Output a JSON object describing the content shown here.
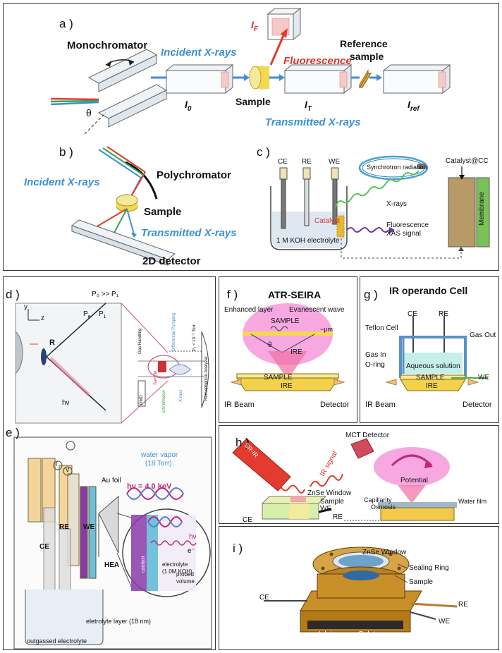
{
  "panels": {
    "a": {
      "label": "a )",
      "monochromator": "Monochromator",
      "incident": "Incident X-rays",
      "i0": "I",
      "i0_sub": "0",
      "sample": "Sample",
      "if": "I",
      "if_sub": "F",
      "fluorescence": "Fluorescence",
      "reference": "Reference",
      "reference2": "sample",
      "it": "I",
      "it_sub": "T",
      "iref": "I",
      "iref_sub": "ref",
      "transmitted": "Transmitted X-rays",
      "theta": "θ"
    },
    "b": {
      "label": "b )",
      "incident": "Incident X-rays",
      "polychromator": "Polychromator",
      "sample": "Sample",
      "transmitted": "Transmitted X-rays",
      "detector": "2D detector"
    },
    "c": {
      "label": "c )",
      "ce": "CE",
      "re": "RE",
      "we": "WE",
      "synchrotron": "Synchrotron radiation",
      "catalyst_cc": "Catalyst@CC",
      "xrays": "X-rays",
      "catalyst": "Catalyst",
      "fluorescence": "Fluorescence",
      "xas": "XAS signal",
      "electrolyte": "1 M KOH electrolyte",
      "membrane": "Membrane"
    },
    "d": {
      "label": "d )",
      "p_rel": "P",
      "p1": "P",
      "p1_sub": "1",
      "pe": "P",
      "pe_sub": "e",
      "y": "y",
      "z": "z",
      "r": "R",
      "hv": "hν",
      "gas": "Gas Handling",
      "diff": "Differential Pumping",
      "analyzer": "Hemispherical Analyzer",
      "sample": "Sample",
      "window": "SiN Window",
      "xrays": "X-rays",
      "dmd": "DMD",
      "p0": "P₀ >> P₁",
      "p3": "P₃ < 10⁻⁹ Torr"
    },
    "e": {
      "label": "e )",
      "vapor": "water vapor",
      "vapor2": "(18 Torr)",
      "au": "Au foil",
      "energy": "hν = 4.0 keV",
      "ce": "CE",
      "re": "RE",
      "we": "WE",
      "hea": "HEA",
      "hv": "hν",
      "electron": "e⁻",
      "probed": "probed",
      "probed2": "volume",
      "electrolyte": "electrolyte",
      "electrolyte2": "(1.0M KOH)",
      "catalyst": "catalyst",
      "layer": "eletrolyte layer (18 nm)",
      "outgassed": "outgassed electrolyte",
      "i": "I",
      "v": "V"
    },
    "f": {
      "label": "f )",
      "title": "ATR-SEIRA",
      "enhanced": "Enhanced layer",
      "evanescent": "Evanescent wave",
      "sample_top": "SAMPLE",
      "um": "~μm",
      "theta": "θ",
      "ire": "IRE",
      "sample2": "SAMPLE",
      "ire2": "IRE",
      "beam": "IR Beam",
      "detector": "Detector"
    },
    "g": {
      "label": "g )",
      "title": "IR operando Cell",
      "ce": "CE",
      "re": "RE",
      "teflon": "Teflon Cell",
      "gasout": "Gas Out",
      "gasin": "Gas In",
      "oring": "O-ring",
      "aqueous": "Aqueous solution",
      "sample": "SAMPLE",
      "ire": "IRE",
      "we": "WE",
      "beam": "IR Beam",
      "detector": "Detector"
    },
    "h": {
      "label": "h )",
      "srir": "SR-IR",
      "mct": "MCT Detector",
      "irsignal": "IR signal",
      "znse": "ZnSe Window",
      "sample": "Sample",
      "we": "WE",
      "re": "RE",
      "ce": "CE",
      "potential": "Potential",
      "capillarity": "Capillarity",
      "osmosis": "Osmosis",
      "water": "Water film"
    },
    "i": {
      "label": "i )",
      "znse": "ZnSe Window",
      "sealing": "Sealing Ring",
      "sample": "Sample",
      "ce": "CE",
      "re": "RE",
      "we": "WE",
      "inlet": "Inlet",
      "onlet": "Onlet"
    }
  },
  "colors": {
    "blue_text": "#3b8fd8",
    "red_text": "#e0342c",
    "pink": "#f7a8e0",
    "yellow": "#f2d14b",
    "green_membrane": "#79c257"
  }
}
